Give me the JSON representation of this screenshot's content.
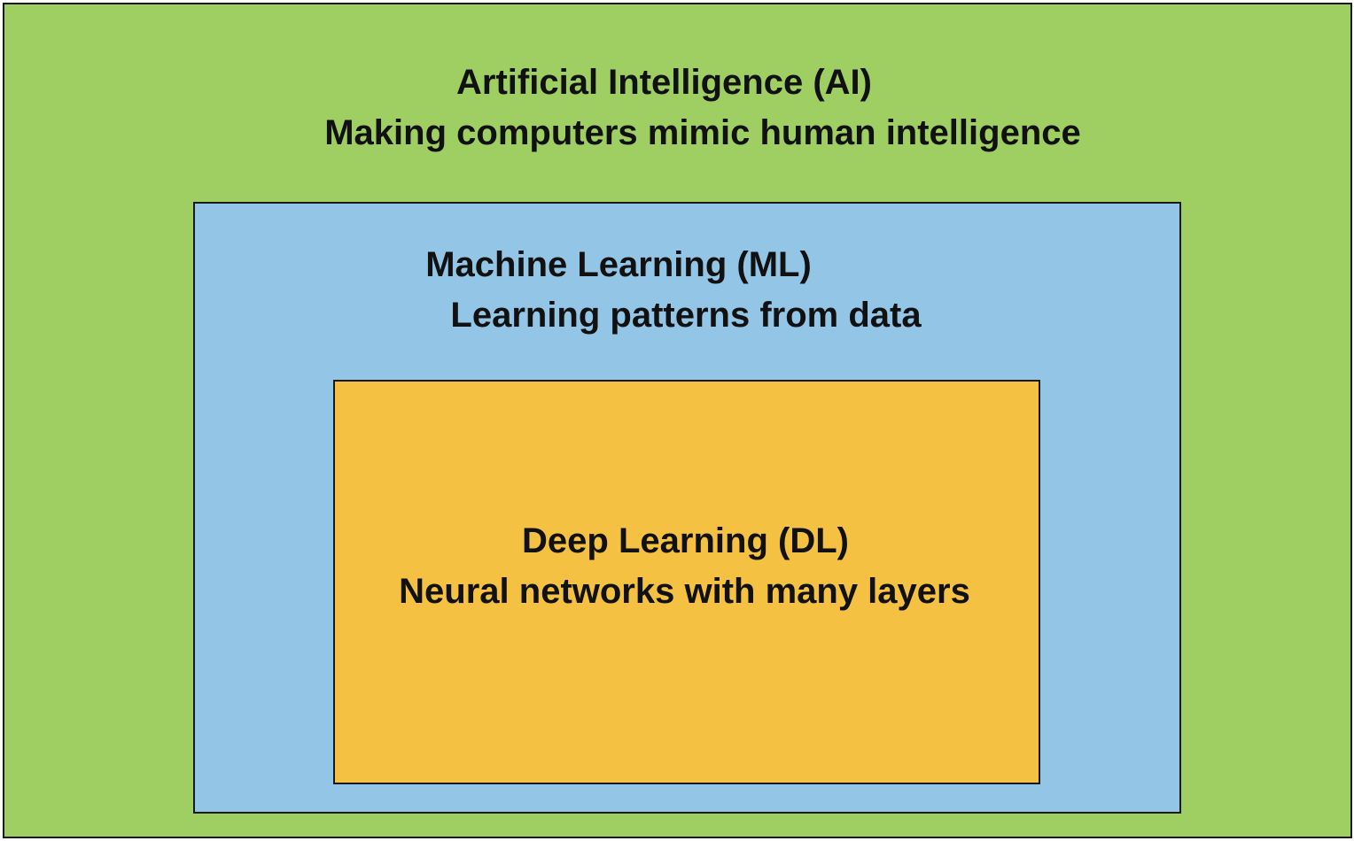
{
  "colors": {
    "ai": "#9FCF63",
    "ml": "#93C6E6",
    "dl": "#F4C142",
    "border": "#1a1a1a",
    "text": "#111111"
  },
  "ai": {
    "title": "Artificial Intelligence (AI)",
    "description": "Making computers mimic human intelligence"
  },
  "ml": {
    "title": "Machine Learning (ML)",
    "description": "Learning patterns from data"
  },
  "dl": {
    "title": "Deep Learning (DL)",
    "description": "Neural networks with many layers"
  }
}
